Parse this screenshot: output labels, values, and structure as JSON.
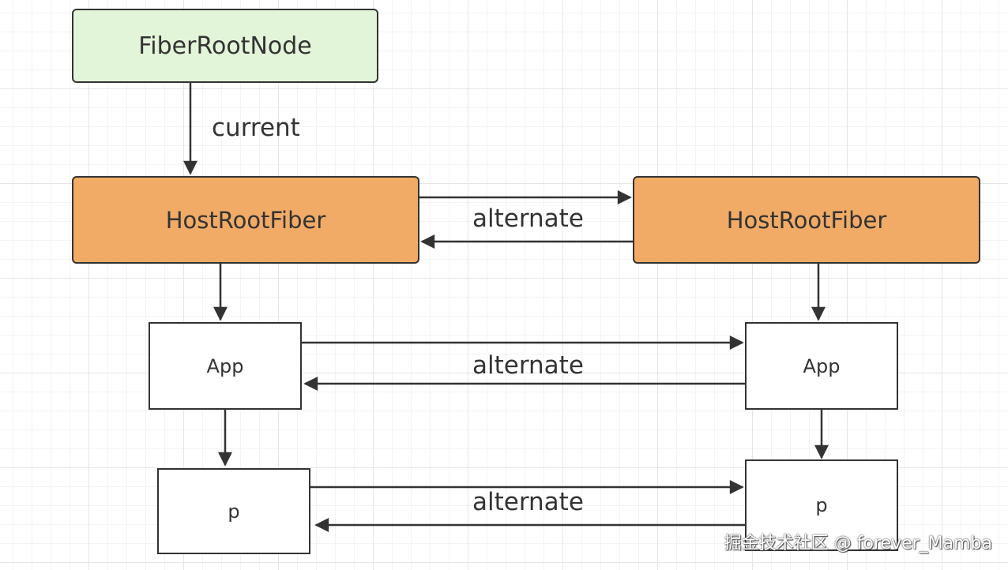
{
  "nodes": {
    "fiber_root": "FiberRootNode",
    "host_root_current": "HostRootFiber",
    "host_root_alternate": "HostRootFiber",
    "app_current": "App",
    "app_alternate": "App",
    "p_current": "p",
    "p_alternate": "p"
  },
  "edges": {
    "current_label": "current",
    "alternate_host_label": "alternate",
    "alternate_app_label": "alternate",
    "alternate_p_label": "alternate"
  },
  "colors": {
    "root_fill": "#e3f5d9",
    "fiber_fill": "#f1ab66",
    "line": "#333333"
  },
  "watermark": "掘金技术社区 @ forever_Mamba"
}
